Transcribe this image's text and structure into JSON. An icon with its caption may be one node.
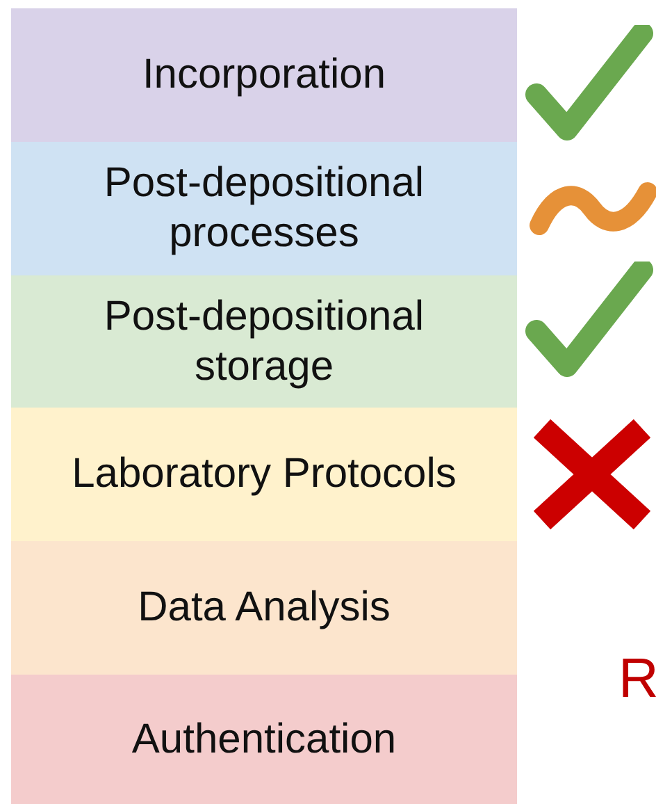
{
  "diagram": {
    "nodes": [
      {
        "text": [
          "Incorporation"
        ]
      },
      {
        "text": [
          "Post-depositional processes"
        ]
      },
      {
        "text": [
          "Post-depositional storage"
        ]
      },
      {
        "text": [
          "Laboratory Protocols"
        ]
      },
      {
        "text": [
          "Data Analysis"
        ]
      },
      {
        "text": [
          "Authentication"
        ]
      }
    ],
    "labels": [
      "R"
    ]
  }
}
